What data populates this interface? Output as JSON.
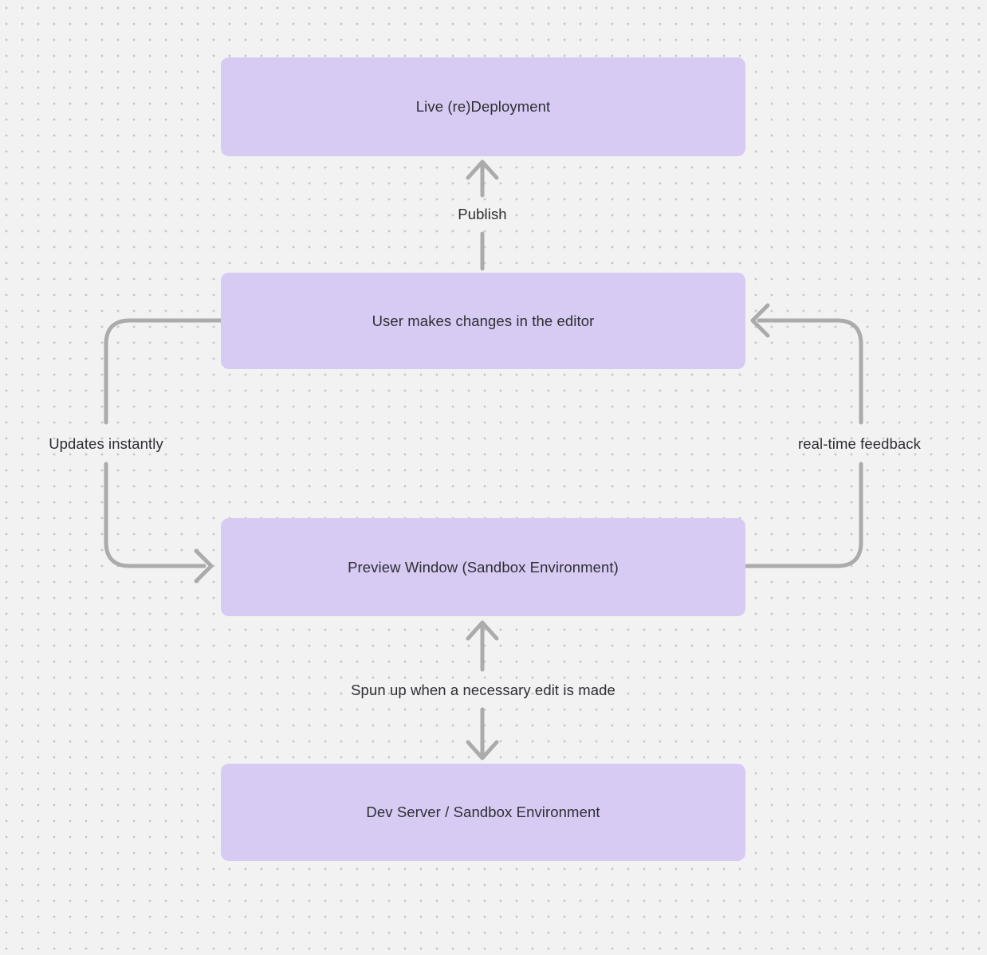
{
  "theme": {
    "background": "#f2f2f2",
    "dot": "#c7c7c7",
    "node_fill": "#d7cbf4",
    "text": "#2e2e33",
    "connector": "#ababab"
  },
  "diagram": {
    "nodes": [
      {
        "id": "live-redeployment",
        "label": "Live (re)Deployment"
      },
      {
        "id": "user-editor",
        "label": "User makes changes in the editor"
      },
      {
        "id": "preview-window",
        "label": "Preview Window (Sandbox Environment)"
      },
      {
        "id": "dev-server",
        "label": "Dev Server / Sandbox Environment"
      }
    ],
    "edges": [
      {
        "id": "publish",
        "label": "Publish",
        "from": "user-editor",
        "to": "live-redeployment",
        "direction": "up"
      },
      {
        "id": "updates-instantly",
        "label": "Updates instantly",
        "from": "user-editor",
        "to": "preview-window",
        "direction": "left-down"
      },
      {
        "id": "realtime-feedback",
        "label": "real-time feedback",
        "from": "preview-window",
        "to": "user-editor",
        "direction": "right-up"
      },
      {
        "id": "spun-up",
        "label": "Spun up when a necessary edit is made",
        "from": "preview-window",
        "to": "dev-server",
        "direction": "bidirectional"
      }
    ]
  }
}
